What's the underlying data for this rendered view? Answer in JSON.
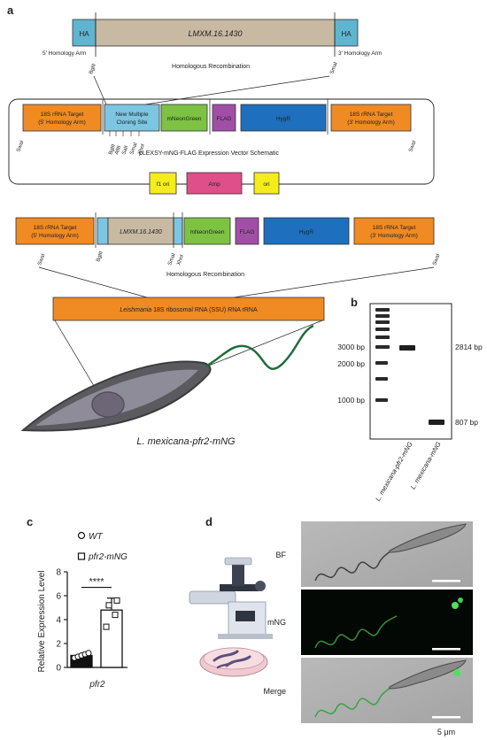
{
  "panels": {
    "a": "a",
    "b": "b",
    "c": "c",
    "d": "d"
  },
  "top_construct": {
    "ha_left": "HA",
    "gene": "LMXM.16.1430",
    "ha_right": "HA",
    "arm_left": "5' Homology Arm",
    "arm_right": "3' Homology Arm",
    "site_left": "BglII",
    "site_right": "SmaI",
    "recombination": "Homologous Recombination"
  },
  "vector": {
    "blocks": [
      "18S rRNA Target (5' Homology Arm)",
      "New Multiple Cloning Site",
      "mNeonGreen",
      "FLAG",
      "HygR",
      "18S rRNA Target (3' Homology Arm)"
    ],
    "mcs_sites": [
      "BglII",
      "AflII",
      "SalI",
      "SmaI",
      "XhoI"
    ],
    "swa_left": "SwaI",
    "swa_right": "SwaI",
    "name": "pLEXSY-mNG-FLAG Expression Vector Schematic",
    "backbone": [
      "f1 ori",
      "Amp",
      "ori"
    ]
  },
  "insert": {
    "blocks": [
      "18S rRNA Target (5' Homology Arm)",
      "LMXM.16.1430",
      "mNeonGreen",
      "FLAG",
      "HygR",
      "18S rRNA Target (3' Homology Arm)"
    ],
    "sites": [
      "BglII",
      "SmaI",
      "XhoI"
    ],
    "swa_left": "SwaI",
    "swa_right": "SwaI",
    "recombination": "Homologous Recombination",
    "locus_italic": "Leishmania",
    "locus_rest": " 18S ribosomal RNA (SSU) RNA rRNA",
    "organism": "L. mexicana-pfr2-mNG"
  },
  "gel": {
    "ladder_labels": [
      "3000 bp",
      "2000 bp",
      "1000 bp"
    ],
    "band_labels": [
      "2814 bp",
      "807 bp"
    ],
    "lanes": [
      "L. mexicana-pfr2-mNG",
      "L. mexicana-mNG"
    ]
  },
  "chart_data": {
    "type": "bar",
    "categories": [
      "WT",
      "pfr2-mNG"
    ],
    "values": [
      1.0,
      4.8
    ],
    "points": [
      [
        0.8,
        0.9,
        1.0,
        1.1,
        1.2
      ],
      [
        3.4,
        4.4,
        5.2,
        5.6
      ]
    ],
    "error": [
      0.1,
      1.0
    ],
    "ylim": [
      0,
      8
    ],
    "yticks": [
      0,
      2,
      4,
      6,
      8
    ],
    "ylabel": "Relative Expression Level",
    "xlabel": "pfr2",
    "legend": [
      "WT",
      "pfr2-mNG"
    ],
    "significance": "****"
  },
  "microscopy": {
    "rows": [
      "BF",
      "mNG",
      "Merge"
    ],
    "scale": "5 μm",
    "colors": {
      "mng": "#3cb44a"
    }
  }
}
